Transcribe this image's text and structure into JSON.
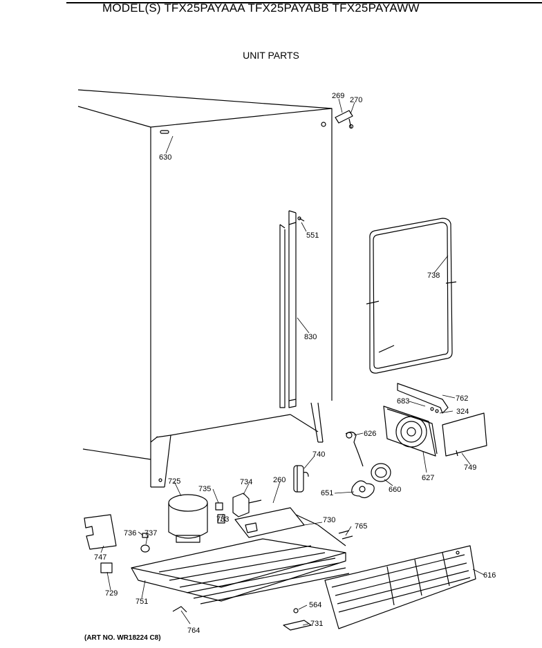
{
  "header": {
    "model_title": "MODEL(S) TFX25PAYAAA  TFX25PAYABB  TFX25PAYAWW",
    "section_title": "UNIT PARTS"
  },
  "footer": {
    "art_number": "(ART NO. WR18224 C8)"
  },
  "callouts": [
    "269",
    "270",
    "630",
    "551",
    "738",
    "830",
    "762",
    "683",
    "324",
    "626",
    "627",
    "749",
    "740",
    "660",
    "651",
    "725",
    "735",
    "734",
    "260",
    "730",
    "736",
    "737",
    "733",
    "747",
    "765",
    "616",
    "729",
    "751",
    "564",
    "731",
    "764"
  ]
}
